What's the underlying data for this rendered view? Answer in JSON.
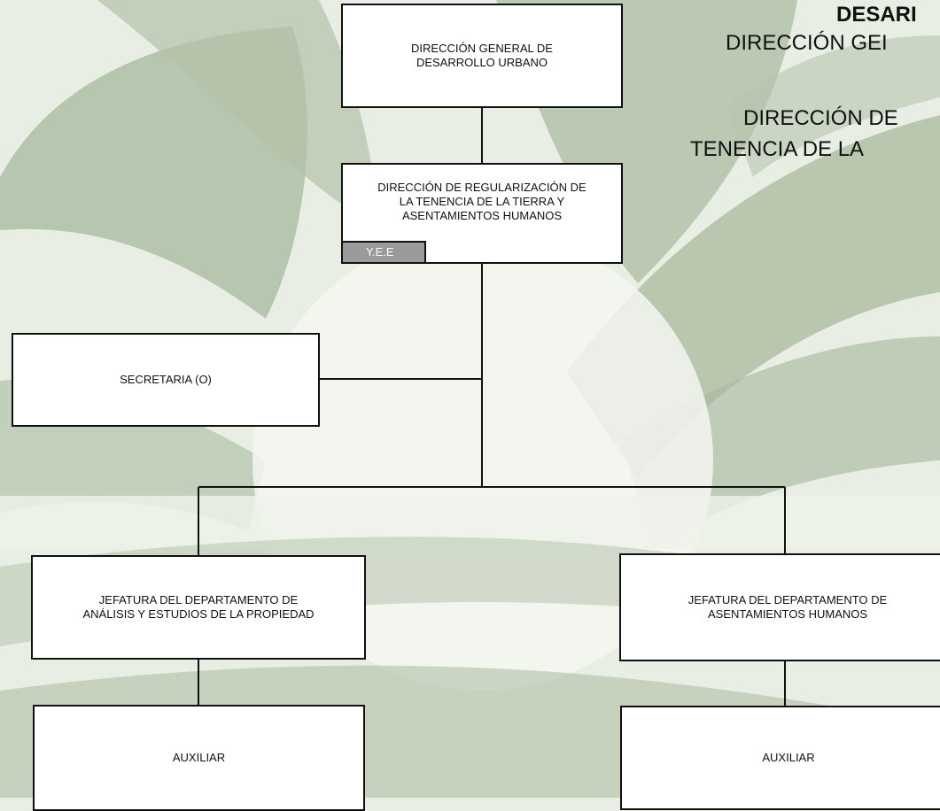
{
  "header": {
    "lines": [
      "DESARI",
      "DIRECCIÓN GEI",
      "DIRECCIÓN DE",
      "TENENCIA DE LA"
    ]
  },
  "org": {
    "general": "DIRECCIÓN GENERAL DE\nDESARROLLO URBANO",
    "direccion": "DIRECCIÓN DE REGULARIZACIÓN DE\nLA TENENCIA DE LA TIERRA Y\nASENTAMIENTOS HUMANOS",
    "badge": "Y.E.E",
    "secretaria": "SECRETARIA (O)",
    "jefatura_analisis": "JEFATURA DEL DEPARTAMENTO DE\nANÁLISIS Y ESTUDIOS DE LA PROPIEDAD",
    "jefatura_asentamientos": "JEFATURA DEL DEPARTAMENTO DE\nASENTAMIENTOS HUMANOS",
    "auxiliar_1": "AUXILIAR",
    "auxiliar_2": "AUXILIAR"
  },
  "colors": {
    "background": "#e9eee4",
    "watermark": "#a6b89c",
    "watermark_light": "#f4f6f1",
    "box_border": "#111111",
    "badge_fill": "#9a9a9a"
  }
}
